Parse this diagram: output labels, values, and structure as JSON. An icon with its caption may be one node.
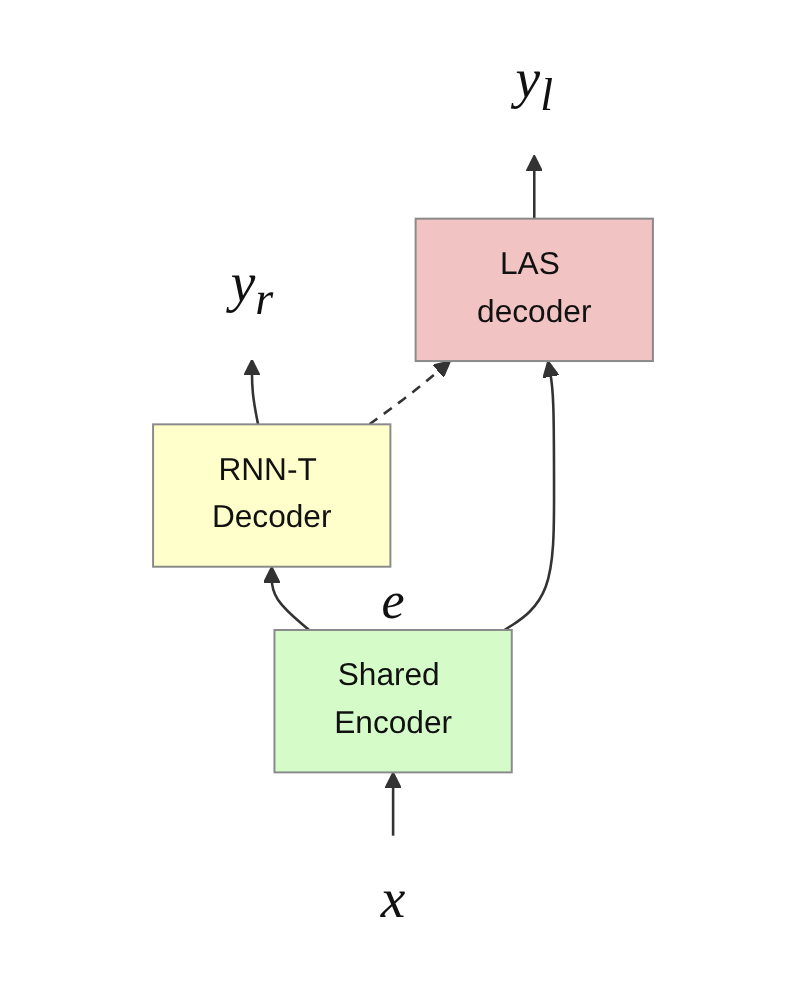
{
  "diagram": {
    "nodes": [
      {
        "text": [
          "y$_{r}$"
        ]
      },
      {
        "text": [
          "y$_{l}$"
        ]
      },
      {
        "text": [
          "RNN-T Decoder"
        ]
      },
      {
        "text": [
          "LAS decoder"
        ]
      },
      {
        "text": [
          "Shared Encoder"
        ]
      },
      {
        "text": [
          "x"
        ]
      }
    ],
    "edges": [
      {
        "from": 2,
        "to": 0,
        "arrow": "to"
      },
      {
        "from": 3,
        "to": 1,
        "arrow": "to"
      },
      {
        "from": 2,
        "to": 3,
        "arrow": "to",
        "style": "dashed"
      },
      {
        "from": 4,
        "to": 2,
        "arrow": "to"
      },
      {
        "from": 4,
        "to": 3,
        "arrow": "to"
      },
      {
        "from": 5,
        "to": 4,
        "arrow": "to"
      }
    ],
    "labels": [
      "e"
    ]
  }
}
